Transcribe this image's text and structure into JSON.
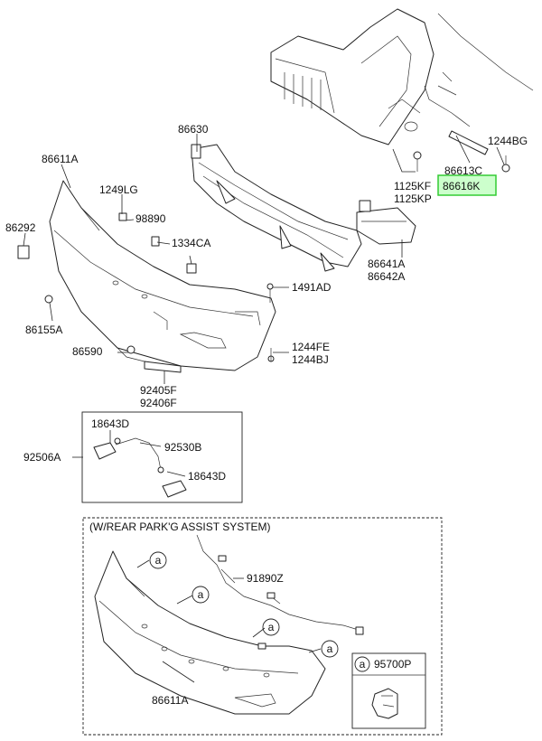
{
  "labels": {
    "p86630": "86630",
    "p86611A_top": "86611A",
    "p1249LG": "1249LG",
    "p98890": "98890",
    "p86292": "86292",
    "p1334CA": "1334CA",
    "p1491AD": "1491AD",
    "p86155A": "86155A",
    "p86590": "86590",
    "p1244FE": "1244FE",
    "p1244BJ": "1244BJ",
    "p92405F": "92405F",
    "p92406F": "92406F",
    "p1244BG": "1244BG",
    "p86613C": "86613C",
    "p86616K": "86616K",
    "p1125KF": "1125KF",
    "p1125KP": "1125KP",
    "p86641A": "86641A",
    "p86642A": "86642A",
    "p18643D_top": "18643D",
    "p92530B": "92530B",
    "p18643D_bot": "18643D",
    "p92506A": "92506A",
    "p91890Z": "91890Z",
    "p86611A_bot": "86611A",
    "p95700P": "95700P",
    "callout_a1": "a",
    "callout_a2": "a",
    "callout_a3": "a",
    "callout_a4": "a",
    "callout_a5": "a"
  },
  "section_title": "(W/REAR PARK'G ASSIST SYSTEM)",
  "highlight_color": "#ccffcc",
  "highlight_border": "#33cc33"
}
